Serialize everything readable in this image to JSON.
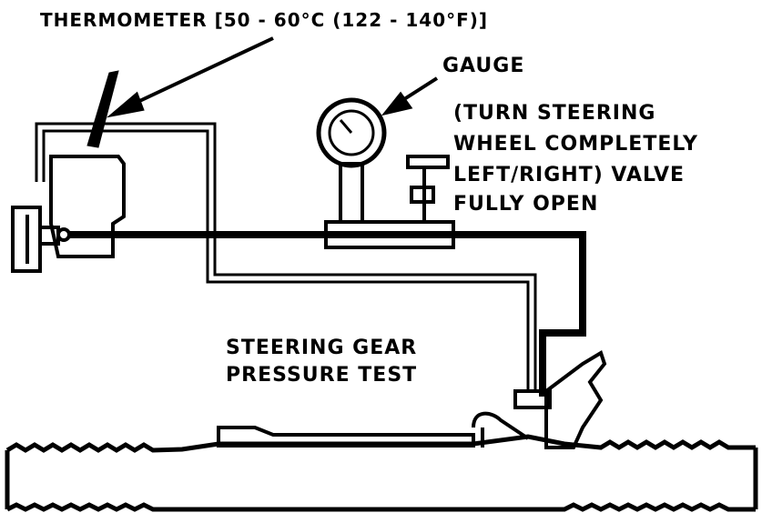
{
  "labels": {
    "thermometer": "THERMOMETER [50 - 60°C (122 - 140°F)]",
    "gauge": "GAUGE",
    "valve_note": [
      "(TURN STEERING",
      "WHEEL COMPLETELY",
      "LEFT/RIGHT) VALVE",
      "FULLY OPEN"
    ],
    "title_line1": "STEERING GEAR",
    "title_line2": "PRESSURE TEST"
  },
  "colors": {
    "ink": "#000000",
    "background": "#ffffff"
  }
}
